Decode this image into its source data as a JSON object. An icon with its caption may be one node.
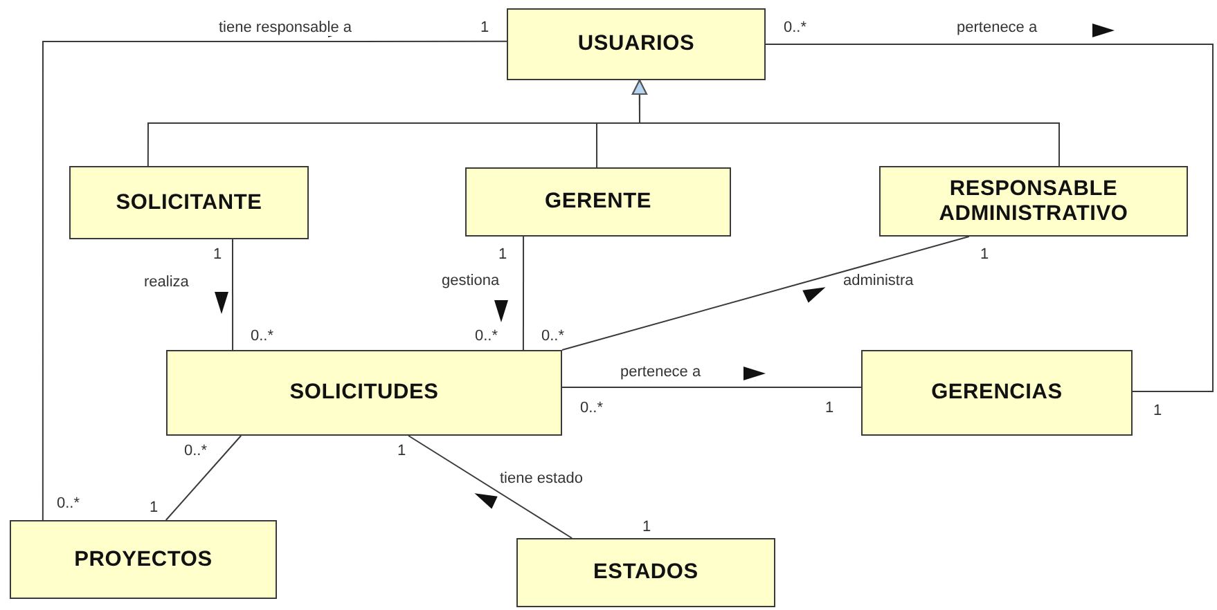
{
  "diagram": {
    "nodes": [
      {
        "text": [
          "USUARIOS"
        ]
      },
      {
        "text": [
          "SOLICITANTE"
        ]
      },
      {
        "text": [
          "GERENTE"
        ]
      },
      {
        "text": [
          "RESPONSABLE ADMINISTRATIVO"
        ]
      },
      {
        "text": [
          "SOLICITUDES"
        ]
      },
      {
        "text": [
          "GERENCIAS"
        ]
      },
      {
        "text": [
          "PROYECTOS"
        ]
      },
      {
        "text": [
          "ESTADOS"
        ]
      }
    ],
    "edges": [
      {
        "from": 1,
        "to": 0,
        "arrow": "to"
      },
      {
        "from": 2,
        "to": 0,
        "arrow": "to"
      },
      {
        "from": 3,
        "to": 0,
        "arrow": "to"
      },
      {
        "from": 0,
        "to": 6,
        "arrow": "none",
        "label": "tiene responsable a"
      },
      {
        "from": 0,
        "to": 5,
        "arrow": "none",
        "label": "pertenece a"
      },
      {
        "from": 1,
        "to": 4,
        "arrow": "none",
        "label": "realiza"
      },
      {
        "from": 2,
        "to": 4,
        "arrow": "none",
        "label": "gestiona"
      },
      {
        "from": 3,
        "to": 4,
        "arrow": "none",
        "label": "administra"
      },
      {
        "from": 4,
        "to": 5,
        "arrow": "none",
        "label": "pertenece a"
      },
      {
        "from": 4,
        "to": 6,
        "arrow": "none"
      },
      {
        "from": 4,
        "to": 7,
        "arrow": "none",
        "label": "tiene estado"
      }
    ],
    "labels": [
      "1",
      "0..*",
      "1",
      "1",
      "1",
      "0..*",
      "0..*",
      "0..*",
      "0..*",
      "1",
      "1",
      "0..*",
      "1",
      "0..*",
      "1",
      "1"
    ]
  }
}
